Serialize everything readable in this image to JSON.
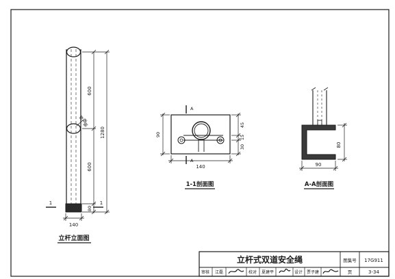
{
  "drawing": {
    "elevation": {
      "dims": {
        "upper": "600",
        "lower": "600",
        "total": "1280",
        "base_height": "80",
        "base_width": "140"
      },
      "weld_note": [
        "焊",
        "接",
        "钢"
      ],
      "section_cut": {
        "left": "1",
        "right": "1"
      },
      "caption": "立杆立面图"
    },
    "section_1_1": {
      "cut_mark": {
        "top": "A",
        "bottom": "A"
      },
      "dims": {
        "right_top": "45",
        "right_mid": "15",
        "right_bottom": "30",
        "left": "90",
        "bottom": "140"
      },
      "caption": "1-1剖面图"
    },
    "section_a_a": {
      "dims": {
        "height": "80",
        "width": "90"
      },
      "caption": "A-A剖面图"
    }
  },
  "title_block": {
    "title": "立杆式双道安全绳",
    "atlas_label": "图集号",
    "atlas_no": "17G911",
    "review_label": "审核",
    "review_name": "江磊",
    "check_label": "校对",
    "check_name": "夏建平",
    "design_label": "设计",
    "design_name": "贾子建",
    "page_label": "页",
    "page_no": "3-34"
  }
}
